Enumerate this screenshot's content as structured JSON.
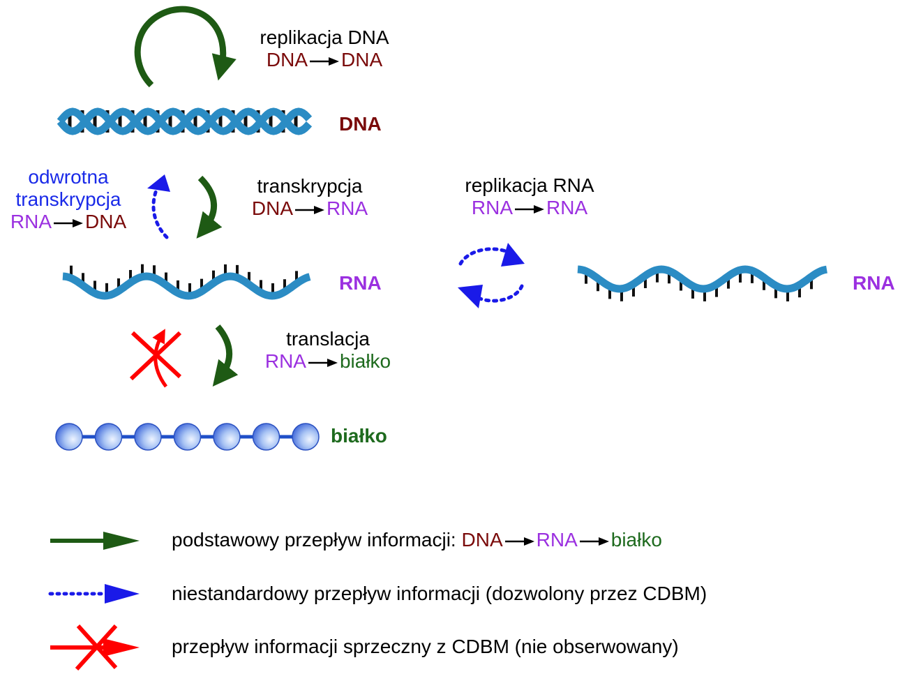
{
  "molecules": {
    "dna_label": "DNA",
    "rna_label": "RNA",
    "rna2_label": "RNA",
    "protein_label": "białko"
  },
  "flows": {
    "dna_replication": {
      "title": "replikacja DNA",
      "from": "DNA",
      "to": "DNA"
    },
    "transcription": {
      "title": "transkrypcja",
      "from": "DNA",
      "to": "RNA"
    },
    "reverse_transcription": {
      "title_line1": "odwrotna",
      "title_line2": "transkrypcja",
      "from": "RNA",
      "to": "DNA"
    },
    "rna_replication": {
      "title": "replikacja RNA",
      "from": "RNA",
      "to": "RNA"
    },
    "translation": {
      "title": "translacja",
      "from": "RNA",
      "to": "białko"
    }
  },
  "legend": {
    "basic": {
      "prefix": "podstawowy przepływ informacji:",
      "step1": "DNA",
      "step2": "RNA",
      "step3": "białko"
    },
    "nonstandard": "niestandardowy przepływ informacji (dozwolony przez CDBM)",
    "forbidden": "przepływ informacji sprzeczny z CDBM (nie obserwowany)"
  },
  "colors": {
    "basic_flow": "#1e5a14",
    "nonstandard_flow": "#1a1ae8",
    "forbidden_flow": "#ff0000",
    "helix": "#2b8cc4",
    "dna_text": "#7a0a0a",
    "rna_text": "#9b30e0",
    "protein_text": "#1e6a1e"
  }
}
